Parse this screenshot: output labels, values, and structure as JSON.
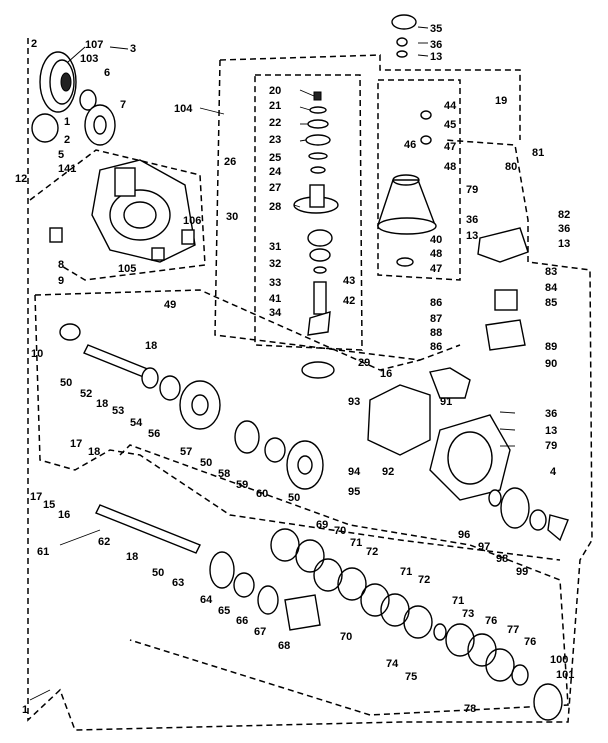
{
  "labels": [
    "2",
    "107",
    "3",
    "103",
    "6",
    "7",
    "1",
    "2",
    "5",
    "141",
    "12",
    "104",
    "26",
    "30",
    "8",
    "9",
    "105",
    "106",
    "20",
    "21",
    "22",
    "23",
    "25",
    "24",
    "27",
    "28",
    "31",
    "32",
    "33",
    "41",
    "34",
    "43",
    "42",
    "29",
    "35",
    "36",
    "13",
    "44",
    "45",
    "46",
    "47",
    "48",
    "19",
    "40",
    "48",
    "47",
    "80",
    "81",
    "79",
    "82",
    "36",
    "36",
    "13",
    "13",
    "83",
    "84",
    "85",
    "86",
    "87",
    "88",
    "86",
    "89",
    "90",
    "49",
    "10",
    "18",
    "50",
    "52",
    "18",
    "53",
    "54",
    "56",
    "57",
    "50",
    "58",
    "59",
    "60",
    "50",
    "16",
    "93",
    "91",
    "36",
    "13",
    "79",
    "94",
    "92",
    "95",
    "96",
    "97",
    "98",
    "99",
    "4",
    "17",
    "18",
    "17",
    "15",
    "16",
    "61",
    "62",
    "18",
    "50",
    "63",
    "64",
    "65",
    "66",
    "67",
    "68",
    "69",
    "70",
    "71",
    "72",
    "71",
    "72",
    "70",
    "71",
    "73",
    "76",
    "77",
    "76",
    "74",
    "75",
    "100",
    "101",
    "78",
    "1"
  ],
  "colors": {
    "ink": "#000000",
    "paper": "#ffffff"
  }
}
